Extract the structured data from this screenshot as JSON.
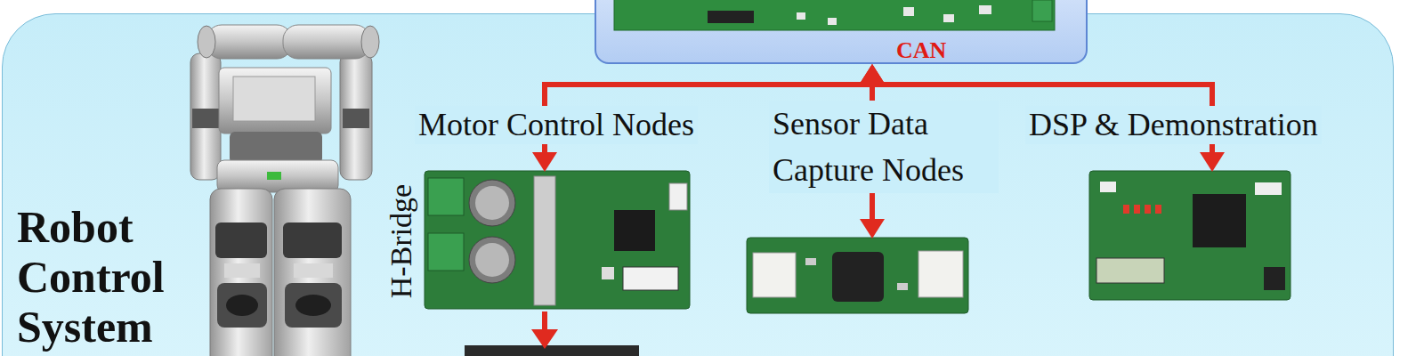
{
  "diagram": {
    "nodes": [
      {
        "text": [
          "Robot Control System"
        ]
      },
      {
        "text": [
          "CAN"
        ]
      },
      {
        "text": [
          "Motor Control Nodes",
          "H-Bridge"
        ],
        "in": 0
      },
      {
        "text": [
          "Sensor Data Capture Nodes"
        ],
        "in": 0
      },
      {
        "text": [
          "DSP & Demonstration"
        ],
        "in": 0
      }
    ],
    "edges": [
      {
        "from": 1,
        "to": 2,
        "arrow": "both"
      },
      {
        "from": 1,
        "to": 3,
        "arrow": "both"
      },
      {
        "from": 1,
        "to": 4,
        "arrow": "both"
      }
    ]
  }
}
